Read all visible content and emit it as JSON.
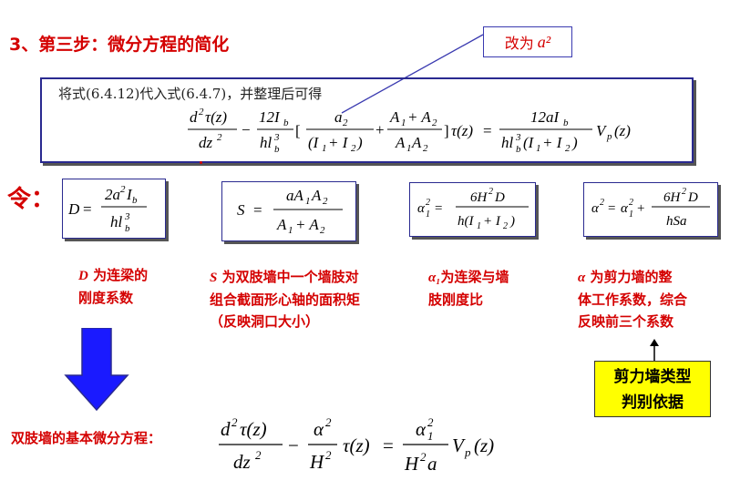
{
  "title": "3、第三步：微分方程的简化",
  "note": {
    "label": "改为",
    "symbol": "a²"
  },
  "intro": "将式(6.4.12)代入式(6.4.7)，并整理后可得",
  "let_label": "令：",
  "main_equation": "d²τ(z)/dz² − 12I_b/(hl_b³) [a₂/(I₁+I₂) + (A₁+A₂)/(A₁A₂)] τ(z) = 12aI_b/(hl_b³(I₁+I₂)) V_p(z)",
  "definitions": [
    {
      "formula": "D = 2a²I_b / (hl_b³)",
      "desc_symbol": "D",
      "desc_lines": [
        " 为连梁的",
        "刚度系数"
      ]
    },
    {
      "formula": "S = aA₁A₂ / (A₁+A₂)",
      "desc_symbol": "S",
      "desc_lines": [
        " 为双肢墙中一个墙肢对",
        "组合截面形心轴的面积矩",
        "（反映洞口大小）"
      ]
    },
    {
      "formula": "α₁² = 6H²D / (h(I₁+I₂))",
      "desc_symbol": "α₁",
      "desc_lines": [
        "为连梁与墙",
        "肢刚度比"
      ]
    },
    {
      "formula": "α² = α₁² + 6H²D/(hSa)",
      "desc_symbol": "α",
      "desc_lines": [
        " 为剪力墙的整",
        "体工作系数，综合",
        "反映前三个系数"
      ]
    }
  ],
  "callout": {
    "line1": "剪力墙类型",
    "line2": "判别依据"
  },
  "bottom_label": "双肢墙的基本微分方程：",
  "bottom_equation": "d²τ(z)/dz² − α²/H² τ(z) = α₁²/(H²a) V_p(z)",
  "colors": {
    "accent_red": "#d40000",
    "box_border": "#2a2a90",
    "arrow_blue": "#1a1aff",
    "callout_bg": "#ffff00"
  }
}
